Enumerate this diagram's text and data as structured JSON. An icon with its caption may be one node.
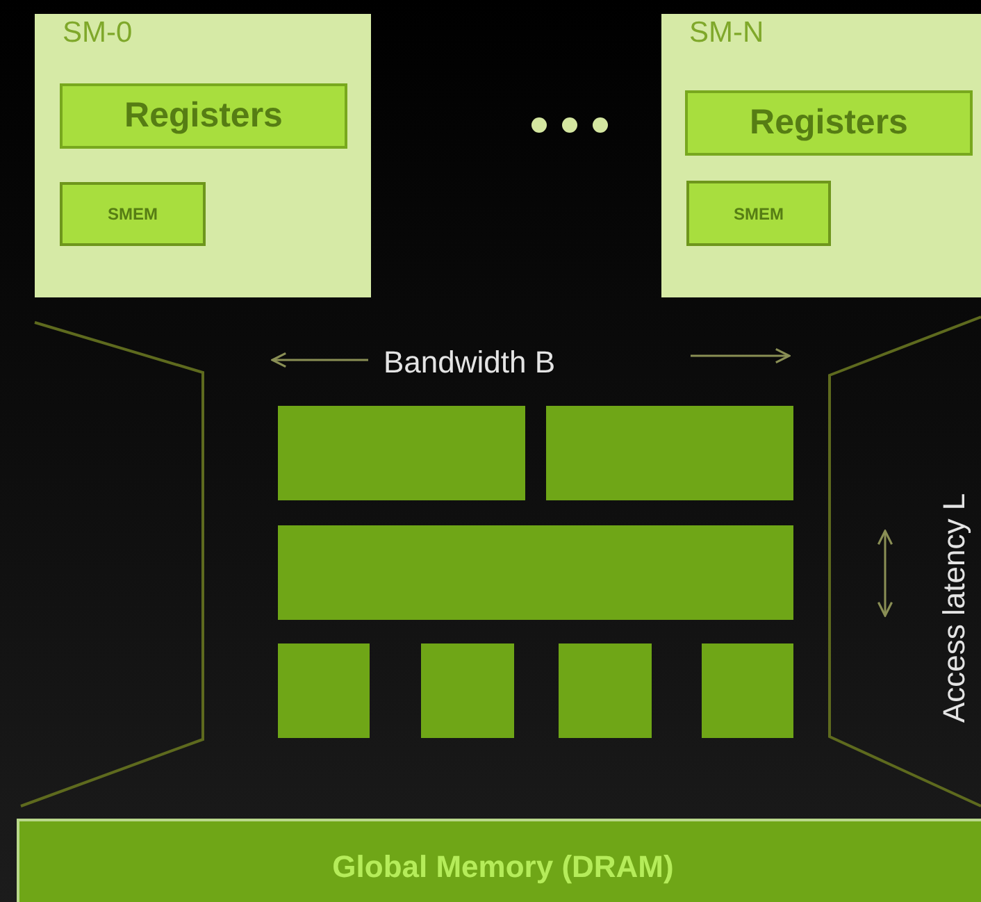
{
  "diagram": {
    "nodes": [
      {
        "text": [
          "SM-0"
        ]
      },
      {
        "text": [
          "Registers"
        ],
        "in": 0
      },
      {
        "text": [
          "SMEM"
        ],
        "in": 0
      },
      {
        "text": [
          "SM-N"
        ]
      },
      {
        "text": [
          "Registers"
        ],
        "in": 3
      },
      {
        "text": [
          "SMEM"
        ],
        "in": 3
      },
      {
        "text": [],
        "shape": "box"
      },
      {
        "text": [],
        "shape": "box"
      },
      {
        "text": [],
        "shape": "box"
      },
      {
        "text": [],
        "shape": "box"
      },
      {
        "text": [],
        "shape": "box"
      },
      {
        "text": [],
        "shape": "box"
      },
      {
        "text": [],
        "shape": "box"
      },
      {
        "text": [
          "Global Memory (DRAM)"
        ]
      }
    ],
    "labels": [
      "Bandwidth B",
      "Access latency L"
    ]
  }
}
